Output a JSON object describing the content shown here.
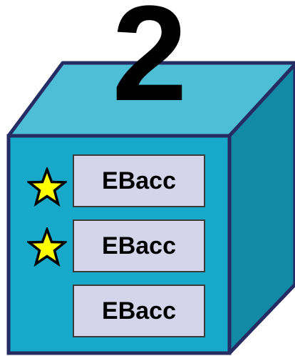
{
  "number_label": "2",
  "colors": {
    "cube_front": "#17a9c9",
    "cube_top": "#4ebdd6",
    "cube_side": "#1289a5",
    "cube_outline": "#252b63",
    "box_fill": "#d4d5ea",
    "star_fill": "#ffff00",
    "star_outline": "#000000"
  },
  "rows": [
    {
      "label": "EBacc",
      "star": true,
      "star_icon": "star-icon"
    },
    {
      "label": "EBacc",
      "star": true,
      "star_icon": "star-icon"
    },
    {
      "label": "EBacc",
      "star": false
    }
  ]
}
